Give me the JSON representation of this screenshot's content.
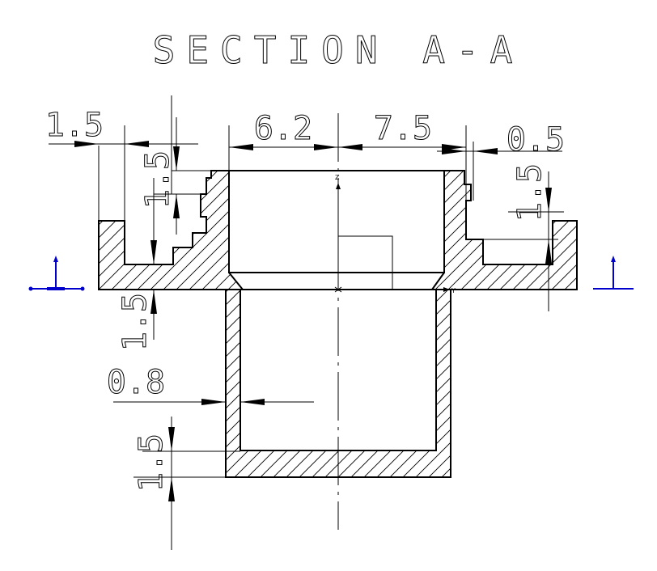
{
  "title": "SECTION A-A",
  "dimensions": {
    "flange_left_width": "1.5",
    "bore_left": "6.2",
    "bore_right": "7.5",
    "flange_right_gap": "0.5",
    "upper_left_height": "1.5",
    "upper_right_height": "1.5",
    "flange_thickness": "1.5",
    "tube_wall": "0.8",
    "bottom_thickness": "1.5"
  },
  "axes": {
    "z": "Z",
    "y": "Y"
  },
  "colors": {
    "line": "#000000",
    "section_marker": "#0000cc"
  }
}
